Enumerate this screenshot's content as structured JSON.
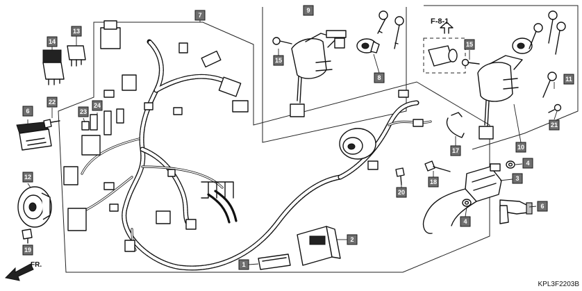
{
  "diagram": {
    "reference_label": "F-8-1",
    "direction_label": "FR.",
    "drawing_code": "KPL3F2203B",
    "callouts": [
      "14",
      "13",
      "7",
      "9",
      "8",
      "15",
      "11",
      "21",
      "10",
      "4",
      "3",
      "6",
      "17",
      "18",
      "20",
      "4",
      "2",
      "1",
      "22",
      "6",
      "23",
      "24",
      "12",
      "19",
      "15"
    ]
  }
}
